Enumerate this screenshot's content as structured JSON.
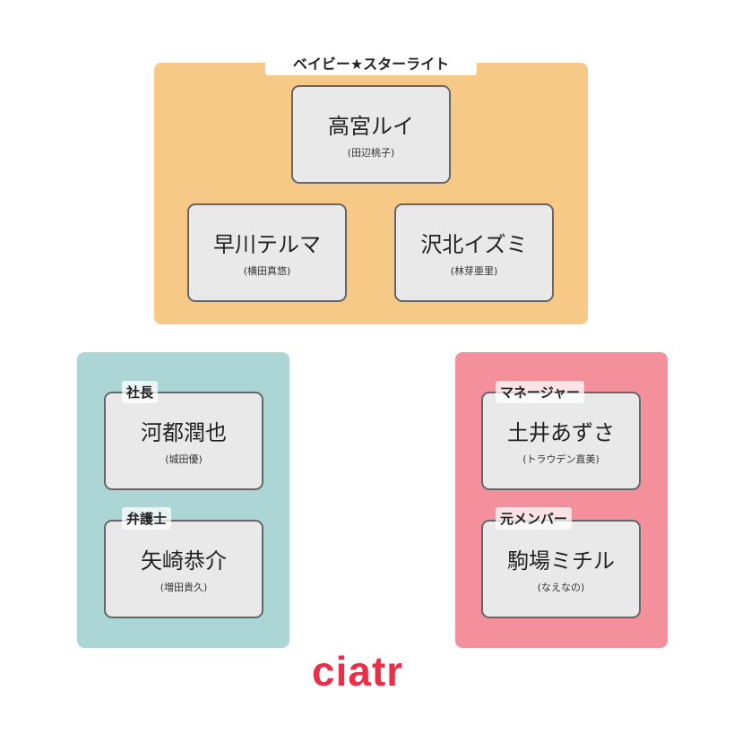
{
  "groups": {
    "unit": {
      "title": "ベイビー★スターライト",
      "color": "#f7c986",
      "members": [
        {
          "name": "高宮ルイ",
          "actor": "(田辺桃子)"
        },
        {
          "name": "早川テルマ",
          "actor": "(横田真悠)"
        },
        {
          "name": "沢北イズミ",
          "actor": "(林芽亜里)"
        }
      ]
    },
    "company": {
      "color": "#acd5d6",
      "members": [
        {
          "role": "社長",
          "name": "河都潤也",
          "actor": "(城田優)"
        },
        {
          "role": "弁護士",
          "name": "矢崎恭介",
          "actor": "(増田貴久)"
        }
      ]
    },
    "staff": {
      "color": "#f4909c",
      "members": [
        {
          "role": "マネージャー",
          "name": "土井あずさ",
          "actor": "(トラウデン直美)"
        },
        {
          "role": "元メンバー",
          "name": "駒場ミチル",
          "actor": "(なえなの)"
        }
      ]
    }
  },
  "logo": "ciatr"
}
